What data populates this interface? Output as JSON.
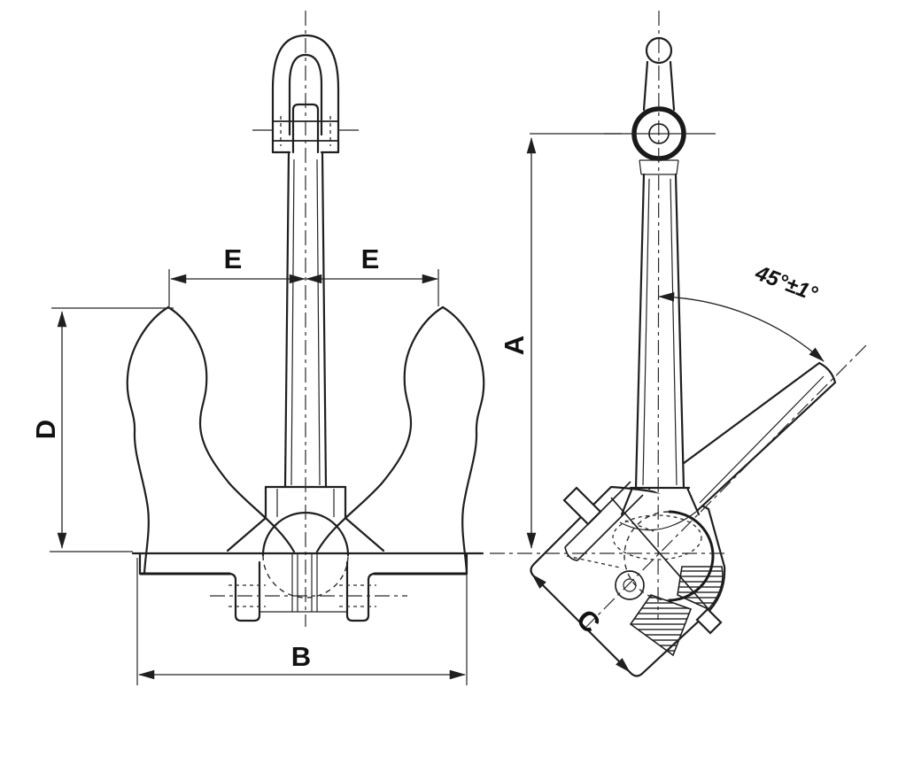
{
  "drawing": {
    "colors": {
      "line": "#1f1f1f",
      "background": "#ffffff"
    },
    "front_view": {
      "label_e_left": "E",
      "label_e_right": "E",
      "label_d": "D",
      "label_b": "B"
    },
    "side_view": {
      "label_a": "A",
      "label_c": "C",
      "angle_label": "45°±1°"
    }
  }
}
